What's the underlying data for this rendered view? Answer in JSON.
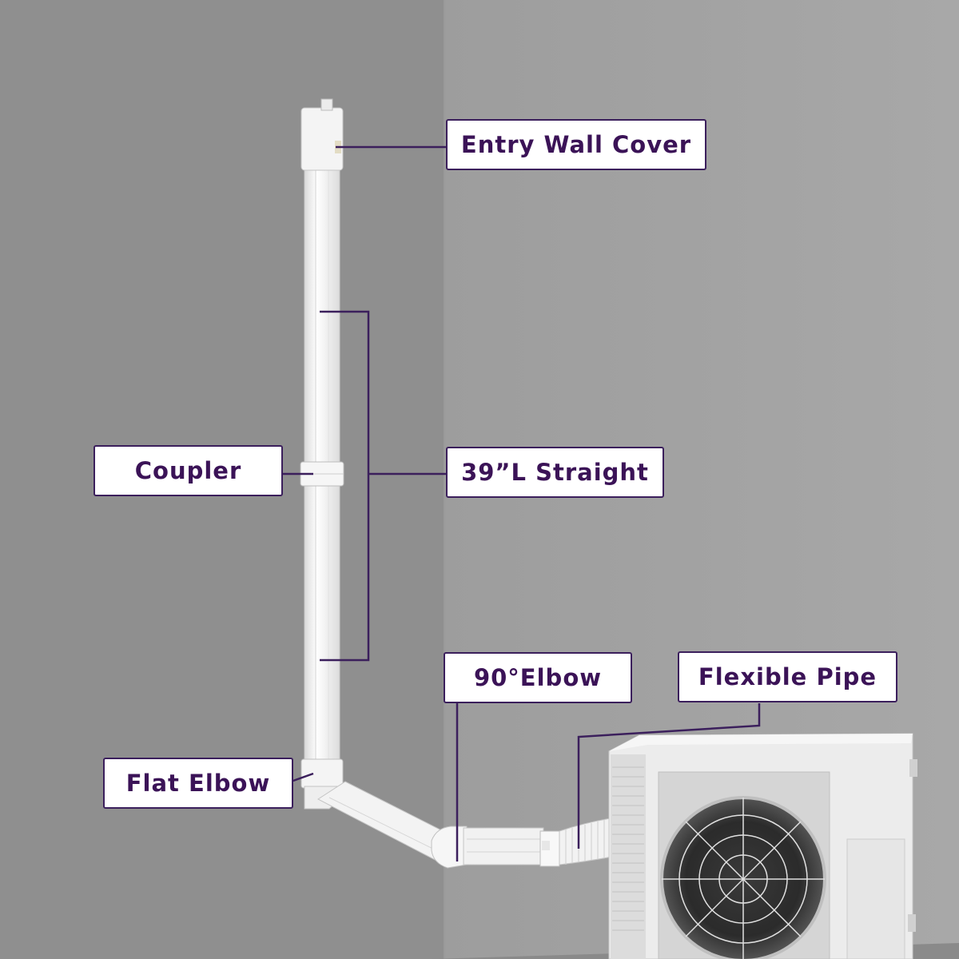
{
  "labels": {
    "entry_wall_cover": "Entry Wall Cover",
    "coupler": "Coupler",
    "straight": "39”L Straight",
    "elbow_90": "90°Elbow",
    "flexible_pipe": "Flexible Pipe",
    "flat_elbow": "Flat Elbow"
  },
  "colors": {
    "wall_left": "#8f8f8f",
    "wall_right": "#a5a5a5",
    "label_text": "#3b1357",
    "label_border": "#3b1f5c",
    "leader_line": "#3b1f5c",
    "pipe_cover": "#f7f7f7"
  }
}
